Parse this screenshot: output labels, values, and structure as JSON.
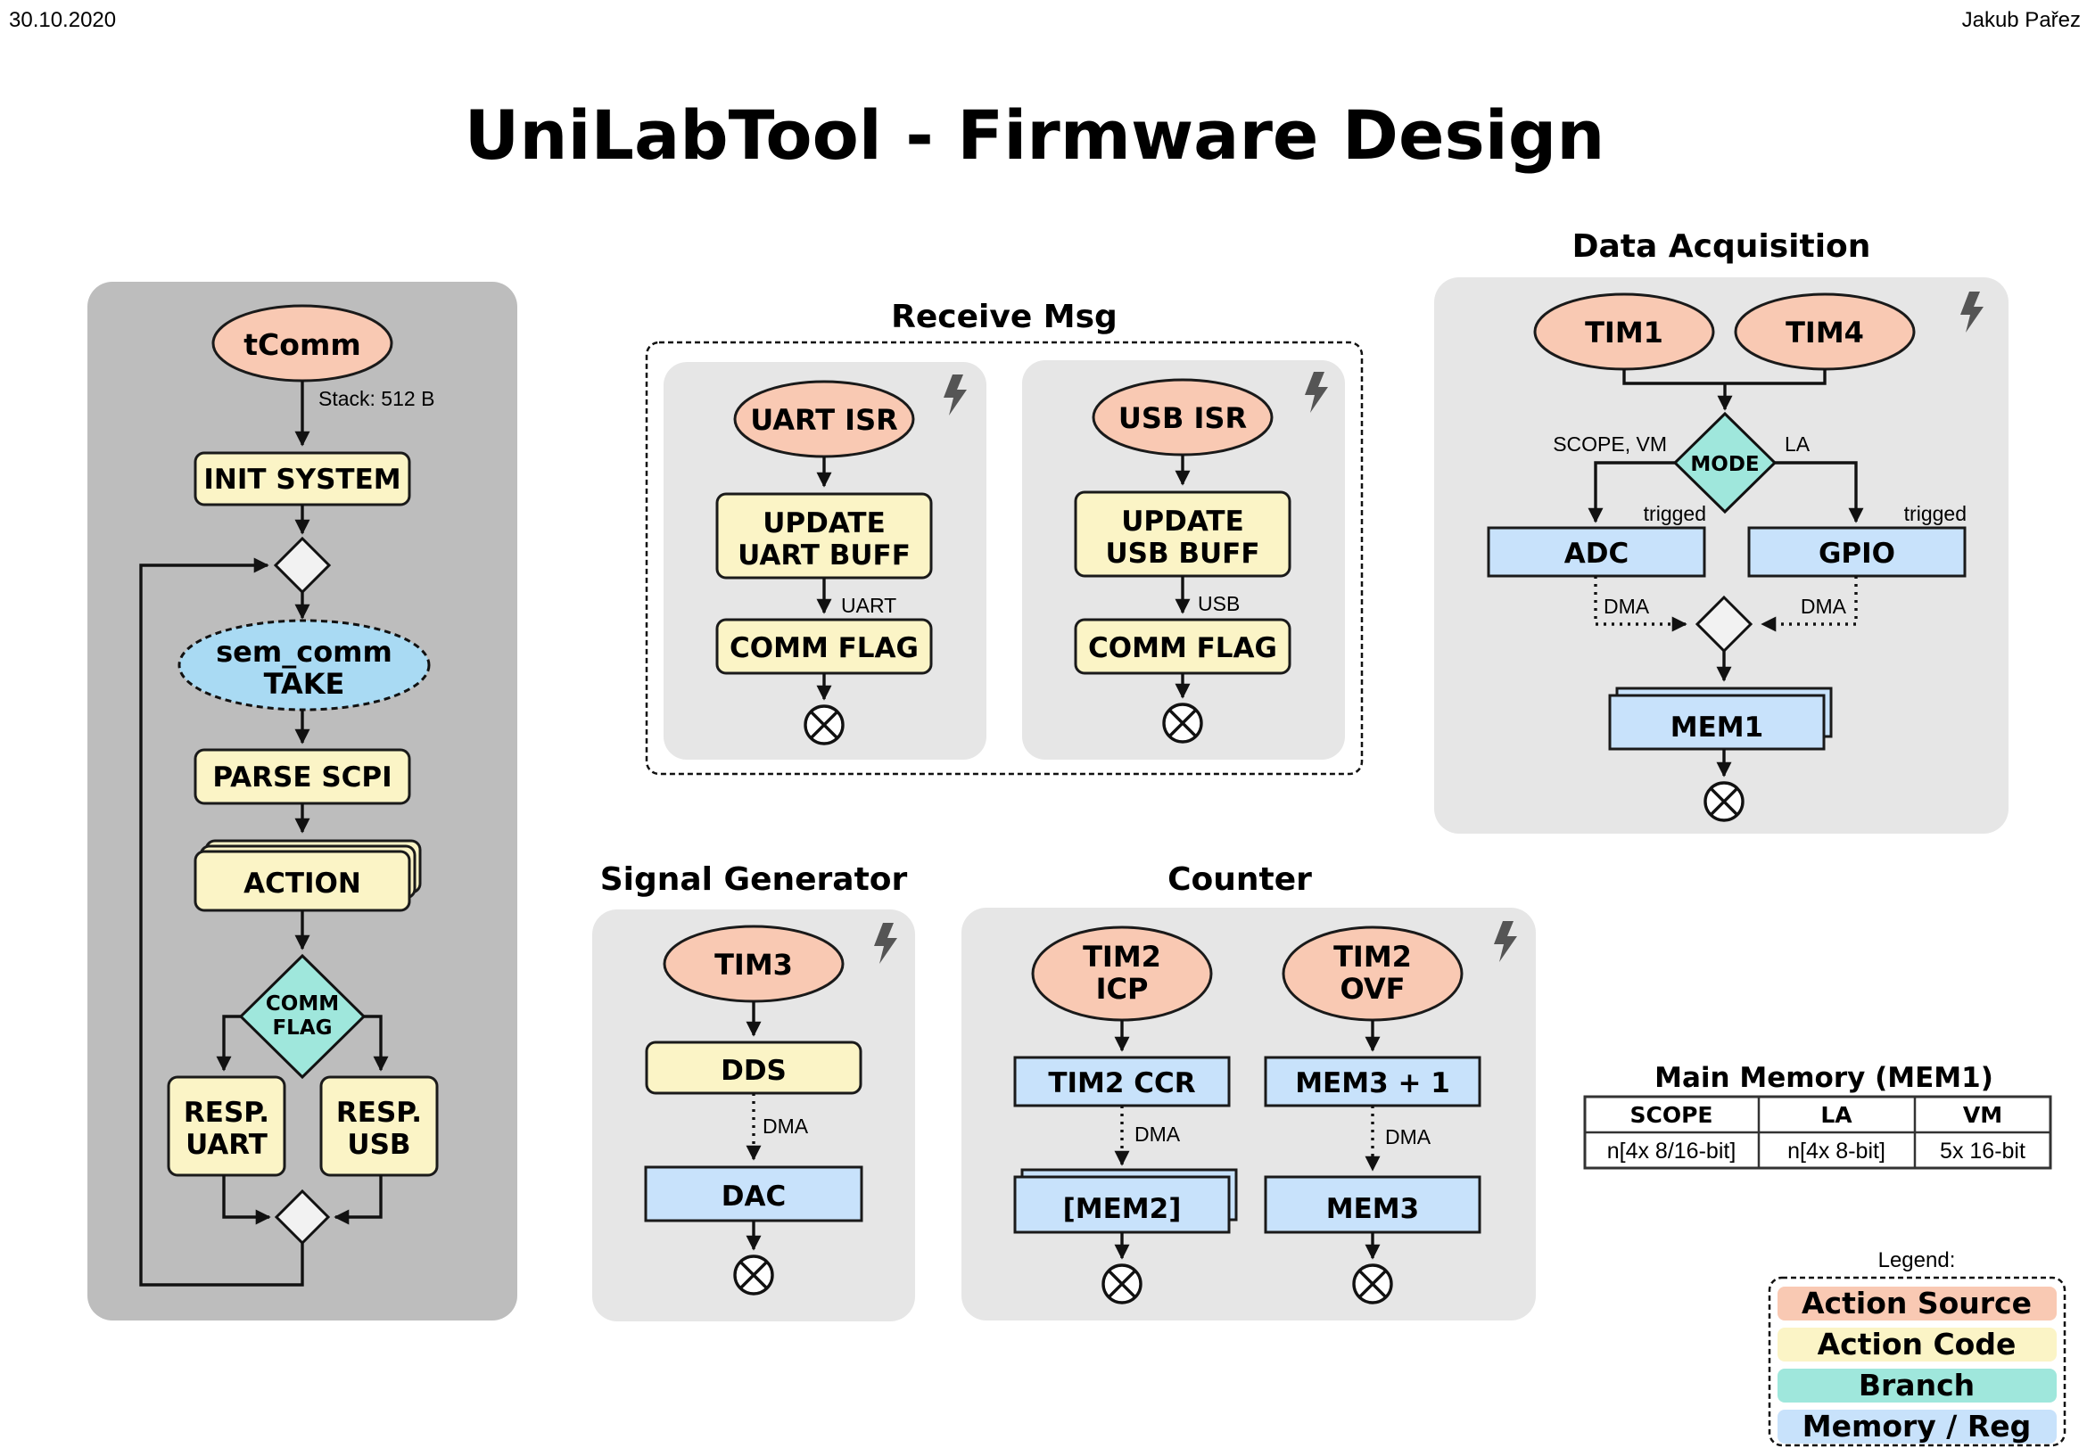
{
  "header": {
    "date": "30.10.2020",
    "author": "Jakub Pařez"
  },
  "title": "UniLabTool - Firmware Design",
  "tcomm": {
    "task": "tComm",
    "stack": "Stack: 512 B",
    "init": "INIT SYSTEM",
    "sem": [
      "sem_comm",
      "TAKE"
    ],
    "parse": "PARSE SCPI",
    "action": "ACTION",
    "comm_flag": [
      "COMM",
      "FLAG"
    ],
    "resp_uart": [
      "RESP.",
      "UART"
    ],
    "resp_usb": [
      "RESP.",
      "USB"
    ]
  },
  "receive": {
    "title": "Receive Msg",
    "uart": {
      "isr": "UART ISR",
      "update": [
        "UPDATE",
        "UART BUFF"
      ],
      "label": "UART",
      "flag": "COMM FLAG"
    },
    "usb": {
      "isr": "USB ISR",
      "update": [
        "UPDATE",
        "USB BUFF"
      ],
      "label": "USB",
      "flag": "COMM FLAG"
    }
  },
  "acquisition": {
    "title": "Data Acquisition",
    "tim1": "TIM1",
    "tim4": "TIM4",
    "mode": "MODE",
    "left_label": "SCOPE, VM",
    "right_label": "LA",
    "adc": "ADC",
    "gpio": "GPIO",
    "trig": "trigged",
    "dma": "DMA",
    "mem1": "MEM1"
  },
  "siggen": {
    "title": "Signal Generator",
    "tim3": "TIM3",
    "dds": "DDS",
    "dma": "DMA",
    "dac": "DAC"
  },
  "counter": {
    "title": "Counter",
    "icp": [
      "TIM2",
      "ICP"
    ],
    "ovf": [
      "TIM2",
      "OVF"
    ],
    "ccr": "TIM2 CCR",
    "inc": "MEM3 + 1",
    "dma": "DMA",
    "mem2": "[MEM2]",
    "mem3": "MEM3"
  },
  "memory_table": {
    "title": "Main Memory (MEM1)",
    "headers": [
      "SCOPE",
      "LA",
      "VM"
    ],
    "cells": [
      "n[4x 8/16-bit]",
      "n[4x 8-bit]",
      "5x 16-bit"
    ]
  },
  "legend": {
    "title": "Legend:",
    "items": [
      "Action Source",
      "Action Code",
      "Branch",
      "Memory / Reg"
    ],
    "colors": [
      "#f9c9b3",
      "#fbf4c6",
      "#9fe7dc",
      "#c8e2fb"
    ]
  }
}
